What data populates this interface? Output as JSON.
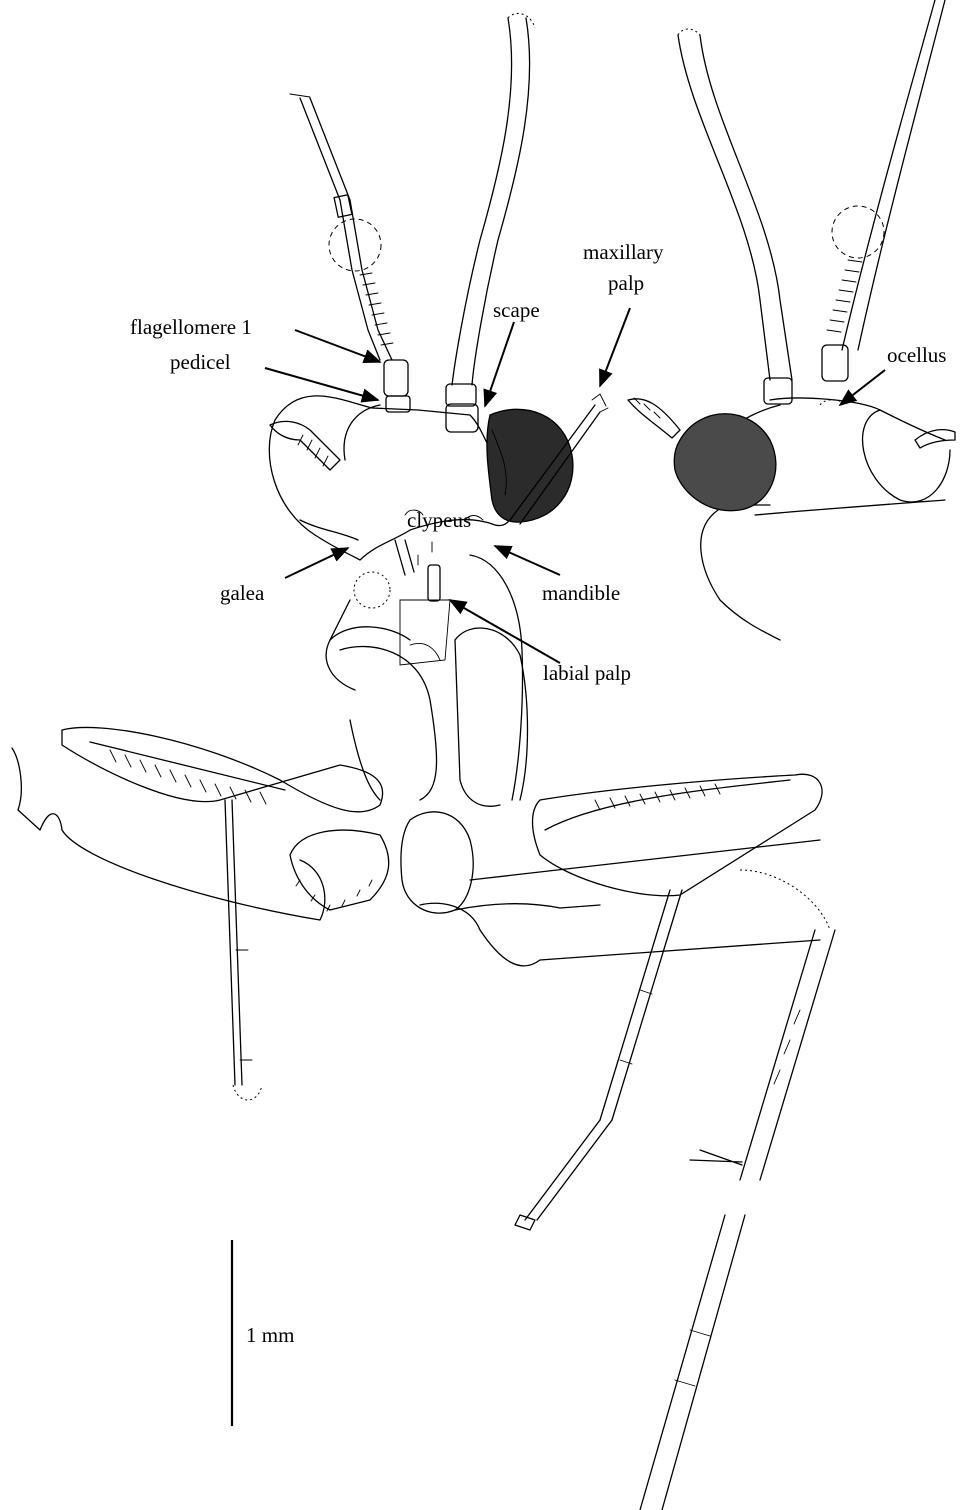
{
  "labels": {
    "flagellomere": "flagellomere 1",
    "pedicel": "pedicel",
    "scape": "scape",
    "maxillary_line1": "maxillary",
    "maxillary_line2": "palp",
    "ocellus": "ocellus",
    "clypeus": "clypeus",
    "galea": "galea",
    "mandible": "mandible",
    "labial_palp": "labial palp"
  },
  "scale_bar": {
    "label": "1 mm"
  },
  "colors": {
    "ink": "#000000",
    "background": "#ffffff",
    "eye_fill": "#2b2b2b"
  }
}
